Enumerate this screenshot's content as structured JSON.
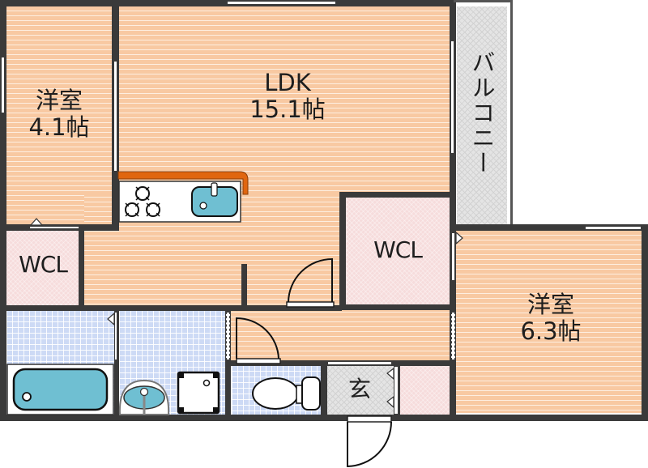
{
  "floorplan": {
    "rooms": [
      {
        "id": "western-room-1",
        "name": "洋室",
        "size": "4.1帖"
      },
      {
        "id": "ldk",
        "name": "LDK",
        "size": "15.1帖"
      },
      {
        "id": "balcony",
        "name": "バルコニー"
      },
      {
        "id": "wcl-1",
        "name": "WCL"
      },
      {
        "id": "wcl-2",
        "name": "WCL"
      },
      {
        "id": "western-room-2",
        "name": "洋室",
        "size": "6.3帖"
      },
      {
        "id": "entrance",
        "name": "玄"
      }
    ],
    "colors": {
      "wall": "#3a3a3a",
      "wood_floor": "#f8c9a2",
      "closet_floor": "#f6dcdc",
      "tile_floor": "#cddaf5",
      "balcony_floor": "#e4e4e4",
      "kitchen_counter": "#e0660f",
      "fixture_blue": "#6fbfd2"
    }
  }
}
